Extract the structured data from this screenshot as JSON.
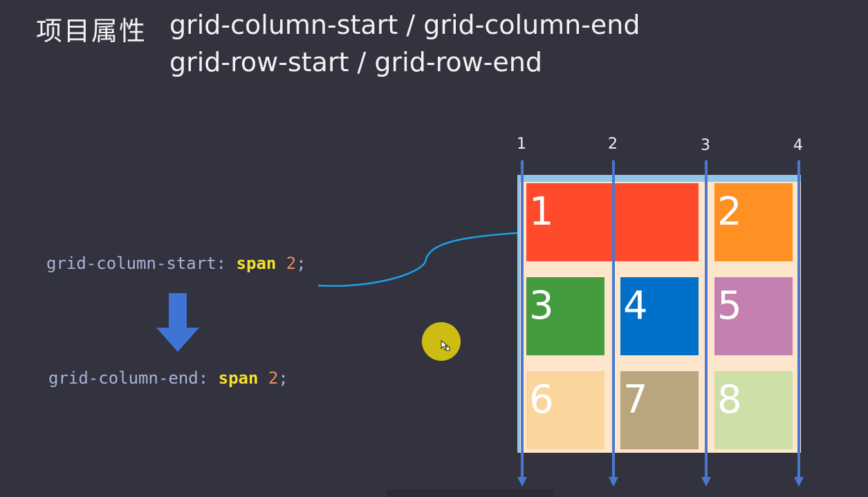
{
  "header": {
    "title_cn": "项目属性",
    "line1": "grid-column-start / grid-column-end",
    "line2": "grid-row-start / grid-row-end"
  },
  "code": {
    "start": {
      "prop": "grid-column-start:",
      "kw": "span",
      "num": "2",
      "semi": ";"
    },
    "end": {
      "prop": "grid-column-end:",
      "kw": "span",
      "num": "2",
      "semi": ";"
    }
  },
  "grid_lines": [
    "1",
    "2",
    "3",
    "4"
  ],
  "cells": [
    {
      "label": "1",
      "color": "#ff4b2b"
    },
    {
      "label": "2",
      "color": "#ff9124"
    },
    {
      "label": "3",
      "color": "#449c3e"
    },
    {
      "label": "4",
      "color": "#0070c8"
    },
    {
      "label": "5",
      "color": "#c580b2"
    },
    {
      "label": "6",
      "color": "#fcd59d"
    },
    {
      "label": "7",
      "color": "#b9a57e"
    },
    {
      "label": "8",
      "color": "#cedfa7"
    }
  ],
  "colors": {
    "background": "#32333f",
    "arrow": "#3f73d4",
    "line_arrow": "#4a78d0",
    "connector": "#1ea0e6",
    "grid_bg": "#fde6cc",
    "grid_border": "#8fc6ea"
  }
}
